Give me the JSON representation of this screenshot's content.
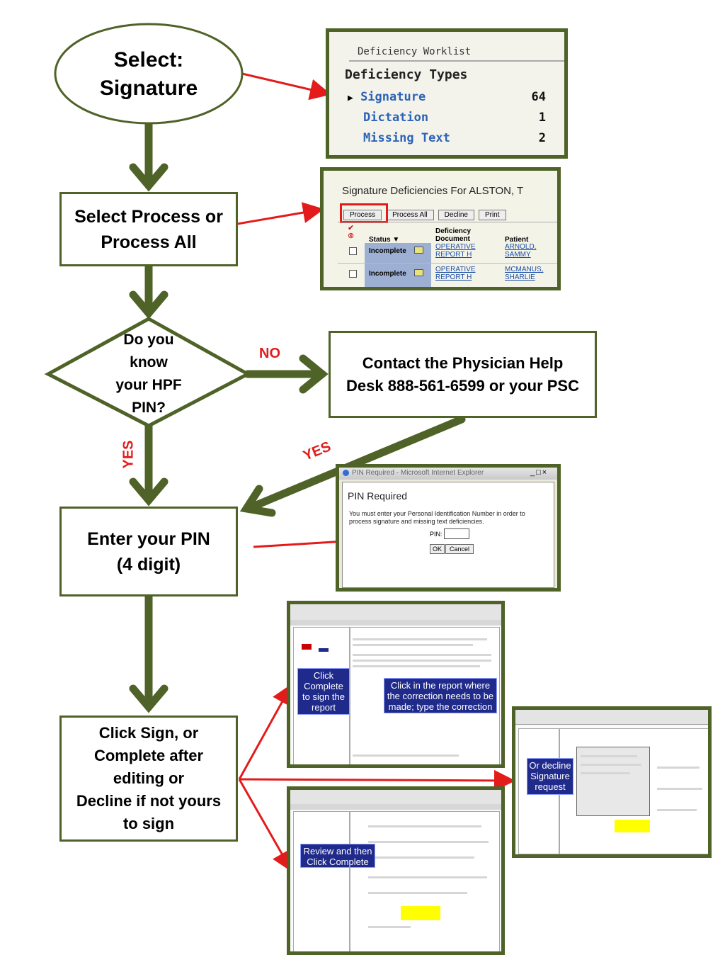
{
  "nodes": {
    "select_signature": {
      "line1": "Select:",
      "line2": "Signature"
    },
    "select_process": {
      "line1": "Select Process or",
      "line2": "Process All"
    },
    "decision": {
      "line1": "Do you",
      "line2": "know",
      "line3": "your HPF",
      "line4": "PIN?"
    },
    "contact": {
      "line1": "Contact the Physician Help",
      "line2": "Desk 888-561-6599 or your PSC"
    },
    "enter_pin": {
      "line1": "Enter your PIN",
      "line2": "(4 digit)"
    },
    "click_sign": {
      "line1": "Click Sign, or",
      "line2": "Complete after",
      "line3": "editing or",
      "line4": "Decline if not yours",
      "line5": "to sign"
    }
  },
  "edge_labels": {
    "no": "NO",
    "yes_down": "YES",
    "yes_diag": "YES"
  },
  "deficiency_panel": {
    "tab": "Deficiency Worklist",
    "heading": "Deficiency Types",
    "rows": [
      {
        "marker": "▶",
        "name": "Signature",
        "count": "64"
      },
      {
        "marker": "",
        "name": "Dictation",
        "count": "1"
      },
      {
        "marker": "",
        "name": "Missing Text",
        "count": "2"
      }
    ]
  },
  "signature_panel": {
    "title": "Signature Deficiencies For ALSTON, T",
    "buttons": [
      "Process",
      "Process All",
      "Decline",
      "Print"
    ],
    "columns": [
      "Status ▼",
      "Deficiency Document",
      "Patient"
    ],
    "rows": [
      {
        "status": "Incomplete",
        "doc_line1": "OPERATIVE",
        "doc_line2": "REPORT H",
        "pat_line1": "ARNOLD,",
        "pat_line2": "SAMMY"
      },
      {
        "status": "Incomplete",
        "doc_line1": "OPERATIVE",
        "doc_line2": "REPORT H",
        "pat_line1": "MCMANUS,",
        "pat_line2": "SHARLIE"
      }
    ]
  },
  "pin_dialog": {
    "titlebar": "PIN Required - Microsoft Internet Explorer",
    "window_controls": "_□×",
    "heading": "PIN Required",
    "message_line1": "You must enter your Personal Identification Number in order to",
    "message_line2": "process signature and missing text deficiencies.",
    "pin_label": "PIN:",
    "ok": "OK",
    "cancel": "Cancel"
  },
  "callouts": {
    "click_complete": {
      "line1": "Click",
      "line2": "Complete",
      "line3": "to sign the",
      "line4": "report"
    },
    "click_report": {
      "line1": "Click in the report where",
      "line2": "the correction needs to be",
      "line3": "made; type the correction"
    },
    "or_decline": {
      "line1": "Or decline",
      "line2": "Signature",
      "line3": "request"
    },
    "review": {
      "line1": "Review and then",
      "line2": "Click Complete"
    }
  },
  "colors": {
    "flow_green": "#4f6228",
    "arrow_red": "#e31b1b",
    "callout_blue": "#1f2a8a",
    "highlight_yellow": "#ffff00"
  }
}
